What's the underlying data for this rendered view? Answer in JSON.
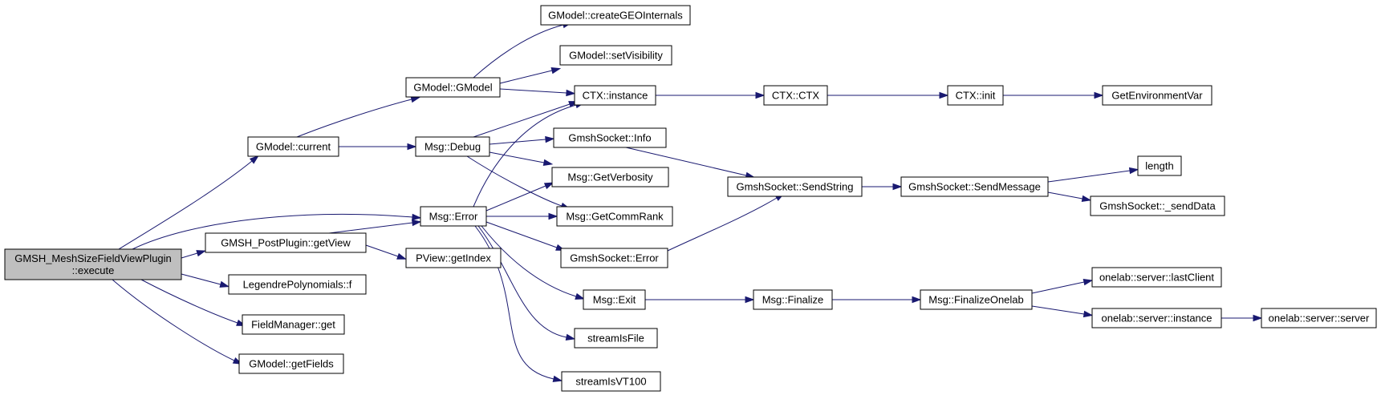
{
  "graph": {
    "nodes": [
      {
        "id": "root",
        "lines": [
          "GMSH_MeshSizeFieldViewPlugin",
          "::execute"
        ],
        "root": true
      },
      {
        "id": "current",
        "lines": [
          "GModel::current"
        ]
      },
      {
        "id": "gmodel",
        "lines": [
          "GModel::GModel"
        ]
      },
      {
        "id": "creategeo",
        "lines": [
          "GModel::createGEOInternals"
        ]
      },
      {
        "id": "setvis",
        "lines": [
          "GModel::setVisibility"
        ]
      },
      {
        "id": "ctxinst",
        "lines": [
          "CTX::instance"
        ]
      },
      {
        "id": "ctxctx",
        "lines": [
          "CTX::CTX"
        ]
      },
      {
        "id": "ctxinit",
        "lines": [
          "CTX::init"
        ]
      },
      {
        "id": "getenv",
        "lines": [
          "GetEnvironmentVar"
        ]
      },
      {
        "id": "debug",
        "lines": [
          "Msg::Debug"
        ]
      },
      {
        "id": "sockinfo",
        "lines": [
          "GmshSocket::Info"
        ]
      },
      {
        "id": "getverb",
        "lines": [
          "Msg::GetVerbosity"
        ]
      },
      {
        "id": "sendstring",
        "lines": [
          "GmshSocket::SendString"
        ]
      },
      {
        "id": "sendmsg",
        "lines": [
          "GmshSocket::SendMessage"
        ]
      },
      {
        "id": "length",
        "lines": [
          "length"
        ]
      },
      {
        "id": "senddata",
        "lines": [
          "GmshSocket::_sendData"
        ]
      },
      {
        "id": "error",
        "lines": [
          "Msg::Error"
        ]
      },
      {
        "id": "commrank",
        "lines": [
          "Msg::GetCommRank"
        ]
      },
      {
        "id": "getview",
        "lines": [
          "GMSH_PostPlugin::getView"
        ]
      },
      {
        "id": "getindex",
        "lines": [
          "PView::getIndex"
        ]
      },
      {
        "id": "sockerror",
        "lines": [
          "GmshSocket::Error"
        ]
      },
      {
        "id": "legendre",
        "lines": [
          "LegendrePolynomials::f"
        ]
      },
      {
        "id": "exit",
        "lines": [
          "Msg::Exit"
        ]
      },
      {
        "id": "finalize",
        "lines": [
          "Msg::Finalize"
        ]
      },
      {
        "id": "finonelab",
        "lines": [
          "Msg::FinalizeOnelab"
        ]
      },
      {
        "id": "lastclient",
        "lines": [
          "onelab::server::lastClient"
        ]
      },
      {
        "id": "srvinst",
        "lines": [
          "onelab::server::instance"
        ]
      },
      {
        "id": "srvsrv",
        "lines": [
          "onelab::server::server"
        ]
      },
      {
        "id": "fieldget",
        "lines": [
          "FieldManager::get"
        ]
      },
      {
        "id": "streamfile",
        "lines": [
          "streamIsFile"
        ]
      },
      {
        "id": "getfields",
        "lines": [
          "GModel::getFields"
        ]
      },
      {
        "id": "streamvt",
        "lines": [
          "streamIsVT100"
        ]
      }
    ]
  }
}
